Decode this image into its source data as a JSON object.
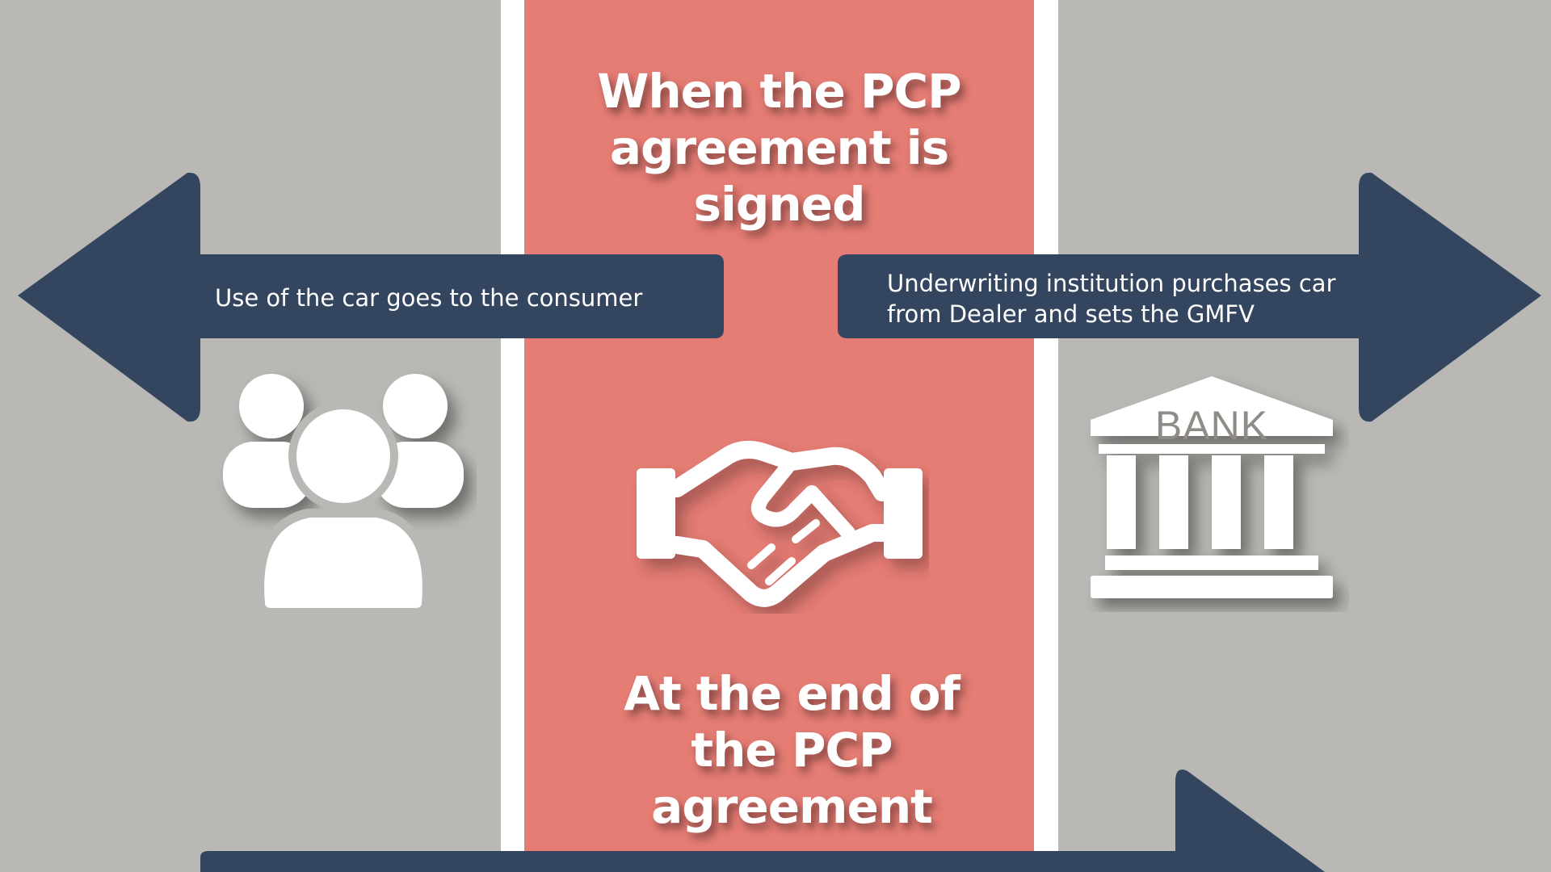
{
  "headings": {
    "top": [
      "When the PCP",
      "agreement is signed"
    ],
    "bottom": [
      "At the end of",
      "the PCP agreement"
    ]
  },
  "arrows": {
    "left": {
      "label": "Use of the car goes to the consumer"
    },
    "right": {
      "label_lines": [
        "Underwriting institution purchases car",
        "from Dealer and sets the GMFV"
      ]
    }
  },
  "icons": {
    "left": "group-people-icon",
    "center": "handshake-icon",
    "right": "bank-building-icon"
  },
  "bank_label": "BANK",
  "colors": {
    "background": "#bab8b4",
    "band": "#e57d74",
    "band_border": "#ffffff",
    "arrow": "#33455f",
    "icon": "#ffffff"
  }
}
